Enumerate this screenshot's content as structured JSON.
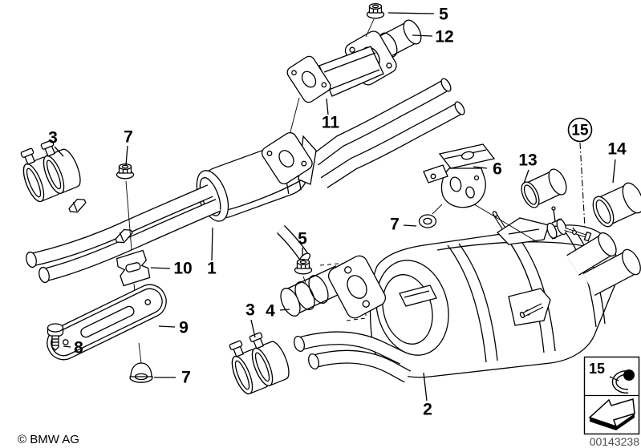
{
  "diagram": {
    "copyright": "© BMW AG",
    "document_number": "00143238"
  },
  "labels": {
    "n1": "1",
    "n2": "2",
    "n3": "3",
    "n4": "4",
    "n5": "5",
    "n6": "6",
    "n7": "7",
    "n8": "8",
    "n9": "9",
    "n10": "10",
    "n11": "11",
    "n12": "12",
    "n13": "13",
    "n14": "14",
    "n15": "15"
  },
  "legend": {
    "item_label": "15",
    "icons": [
      "circlip-clamp-icon",
      "direction-arrow-icon"
    ]
  }
}
